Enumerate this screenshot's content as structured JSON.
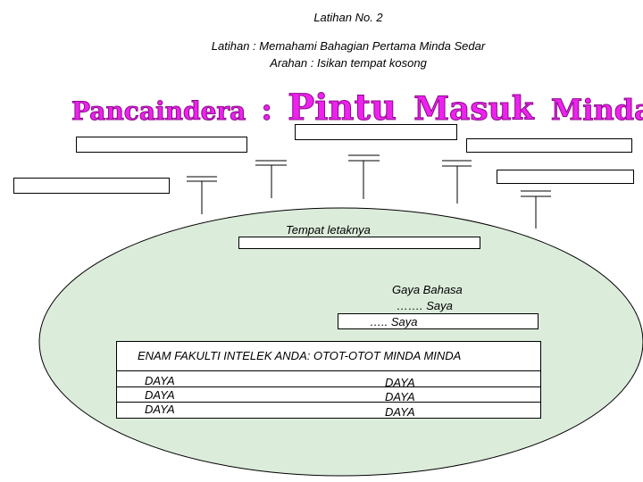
{
  "header": {
    "lesson_number": "Latihan No. 2",
    "lesson_title": "Latihan : Memahami Bahagian Pertama Minda Sedar",
    "instruction": "Arahan : Isikan tempat kosong"
  },
  "banner": {
    "words": [
      "Pancaindera",
      ":",
      "Pintu",
      "Masuk",
      "Minda"
    ],
    "color": "#ee22ee"
  },
  "diagram": {
    "location_label": "Tempat letaknya",
    "language_style": "Gaya Bahasa",
    "saya_line_1": "……. Saya",
    "saya_line_2": "….. Saya",
    "faculty_heading": "ENAM FAKULTI INTELEK ANDA:  OTOT-OTOT MINDA MINDA",
    "daya_left": [
      "DAYA",
      "DAYA",
      "DAYA"
    ],
    "daya_right": [
      "DAYA",
      "DAYA",
      "DAYA"
    ],
    "ellipse_fill": "#dcecdb"
  }
}
